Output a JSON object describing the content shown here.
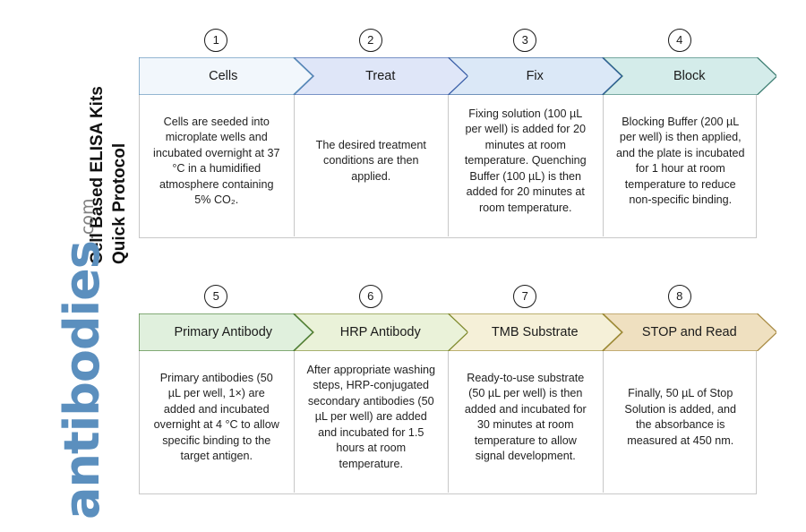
{
  "title": {
    "line1": "Cell Based ELISA Kits",
    "line2": "Quick Protocol"
  },
  "logo": {
    "word": "antibodies",
    "tld": ".com",
    "word_color": "#5b8fbe",
    "tld_color": "#808080"
  },
  "rows": [
    {
      "steps": [
        {
          "number": "1",
          "label": "Cells",
          "fill": "#f2f7fc",
          "stroke": "#5b8fb9",
          "description": "Cells are seeded into microplate wells and incubated overnight at 37 °C in a humidified atmosphere containing 5% CO₂."
        },
        {
          "number": "2",
          "label": "Treat",
          "fill": "#dfe6f8",
          "stroke": "#3a5fa8",
          "description": "The desired treatment conditions are then applied."
        },
        {
          "number": "3",
          "label": "Fix",
          "fill": "#dbe8f7",
          "stroke": "#2f5f96",
          "description": "Fixing solution (100 µL per well) is added for 20 minutes at room temperature. Quenching Buffer (100 µL) is then added for 20 minutes at room temperature."
        },
        {
          "number": "4",
          "label": "Block",
          "fill": "#d4ecea",
          "stroke": "#3f7f73",
          "description": "Blocking Buffer (200 µL per well) is then applied, and the plate is incubated for 1 hour at room temperature to reduce non-specific binding."
        }
      ]
    },
    {
      "steps": [
        {
          "number": "5",
          "label": "Primary Antibody",
          "fill": "#e0f0dd",
          "stroke": "#4a7f3a",
          "description": "Primary antibodies (50 µL per well, 1×) are added and incubated overnight at 4 °C to allow specific binding to the target antigen."
        },
        {
          "number": "6",
          "label": "HRP Antibody",
          "fill": "#eaf2d9",
          "stroke": "#7f8a2e",
          "description": "After appropriate washing steps, HRP-conjugated secondary antibodies (50 µL per well) are added and incubated for 1.5 hours at room temperature."
        },
        {
          "number": "7",
          "label": "TMB Substrate",
          "fill": "#f5f0d8",
          "stroke": "#9a8a33",
          "description": "Ready-to-use substrate (50 µL per well) is then added and incubated for 30 minutes at room temperature to allow signal development."
        },
        {
          "number": "8",
          "label": "STOP and Read",
          "fill": "#efe0c0",
          "stroke": "#a98c45",
          "description": "Finally, 50 µL of Stop Solution is added, and the absorbance is measured at 450 nm."
        }
      ]
    }
  ]
}
